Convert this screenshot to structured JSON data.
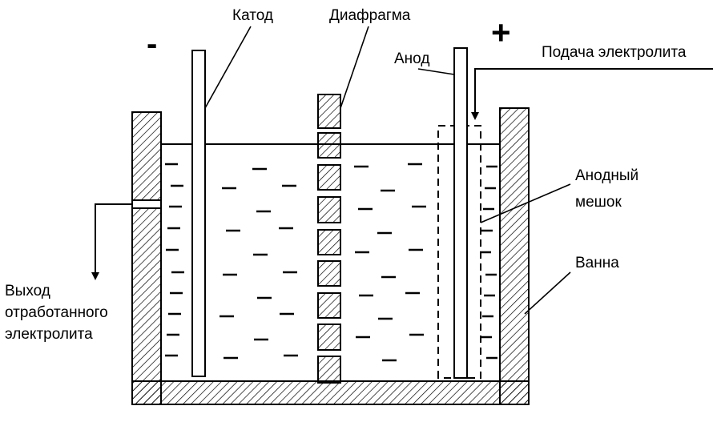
{
  "polarity": {
    "negative": "-",
    "positive": "+"
  },
  "labels": {
    "cathode": "Катод",
    "diaphragm": "Диафрагма",
    "anode": "Анод",
    "electrolyte_feed": "Подача электролита",
    "anode_bag_line1": "Анодный",
    "anode_bag_line2": "мешок",
    "bath": "Ванна",
    "outlet_line1": "Выход",
    "outlet_line2": "отработанного",
    "outlet_line3": "электролита"
  }
}
